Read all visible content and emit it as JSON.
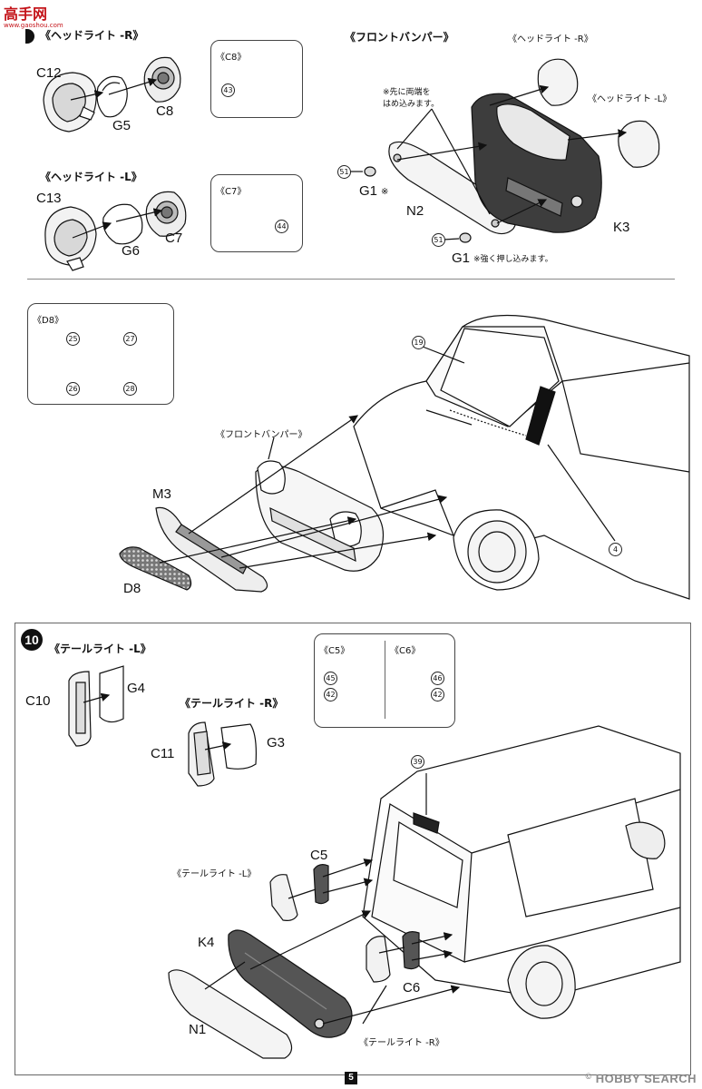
{
  "watermark_top": {
    "brand": "高手网",
    "site": "www.gaoshou.com"
  },
  "section_top": {
    "headlight_r": {
      "title": "《ヘッドライト -R》",
      "parts": {
        "c12": "C12",
        "g5": "G5",
        "c8": "C8"
      }
    },
    "headlight_l": {
      "title": "《ヘッドライト -L》",
      "parts": {
        "c13": "C13",
        "g6": "G6",
        "c7": "C7"
      }
    },
    "c8_box": {
      "title": "《C8》",
      "marker": "43"
    },
    "c7_box": {
      "title": "《C7》",
      "marker": "44"
    },
    "front_bumper": {
      "title": "《フロントバンパー》",
      "note": "※先に両端を\nはめ込みます。",
      "headlight_r_ref": "《ヘッドライト -R》",
      "headlight_l_ref": "《ヘッドライト -L》",
      "g1_top": "G1",
      "g1_top_mark": "※",
      "g1_bottom": "G1",
      "g1_bottom_note": "※強く押し込みます。",
      "n2": "N2",
      "k3": "K3",
      "marker_51a": "51",
      "marker_51b": "51"
    }
  },
  "section_middle": {
    "d8_box": {
      "title": "《D8》",
      "markers": [
        "25",
        "27",
        "26",
        "28"
      ]
    },
    "marker_19": "19",
    "marker_4": "4",
    "front_bumper_ref": "《フロントバンパー》",
    "m3": "M3",
    "d8": "D8"
  },
  "section_bottom": {
    "step_number": "10",
    "tail_l": {
      "title": "《テールライト -L》",
      "c10": "C10",
      "g4": "G4"
    },
    "tail_r": {
      "title": "《テールライト -R》",
      "c11": "C11",
      "g3": "G3"
    },
    "c5_box": {
      "title": "《C5》",
      "markers": [
        "45",
        "42"
      ]
    },
    "c6_box": {
      "title": "《C6》",
      "markers": [
        "46",
        "42"
      ]
    },
    "marker_39": "39",
    "c5": "C5",
    "tail_l_ref": "《テールライト -L》",
    "k4": "K4",
    "c6": "C6",
    "n1": "N1",
    "tail_r_ref": "《テールライト -R》"
  },
  "footer": {
    "page_number": "5",
    "watermark": "HOBBY SEARCH",
    "copyright": "©"
  }
}
